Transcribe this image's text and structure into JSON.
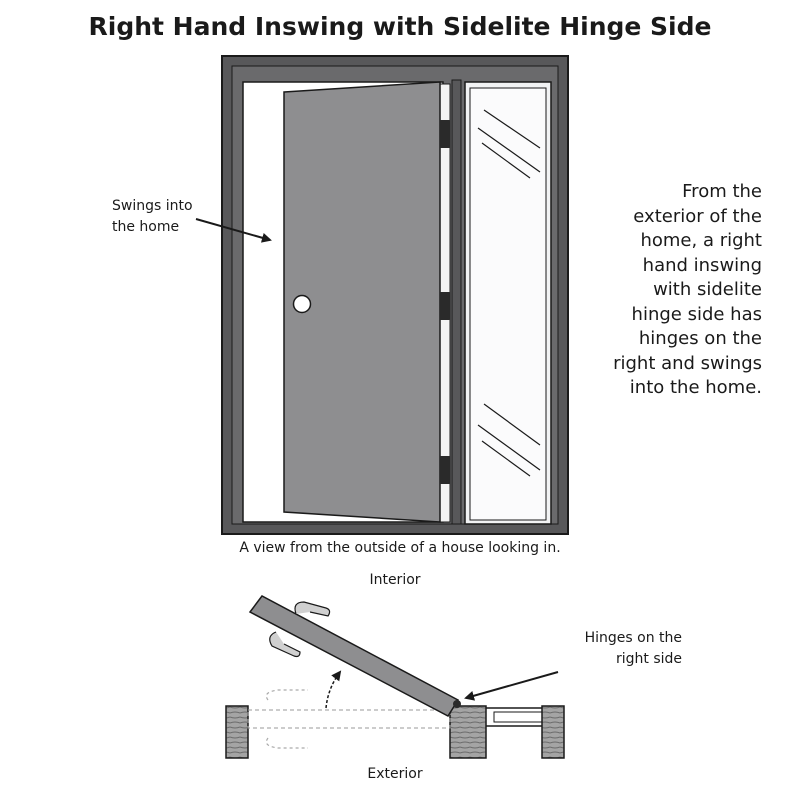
{
  "title": "Right Hand Inswing with Sidelite Hinge Side",
  "swing_label": [
    "Swings into",
    "the home"
  ],
  "description": [
    "From the",
    "exterior of the",
    "home, a right",
    "hand inswing",
    "with sidelite",
    "hinge side has",
    "hinges on the",
    "right and swings",
    "into the home."
  ],
  "caption": "A view from the outside of a house looking in.",
  "interior_label": "Interior",
  "exterior_label": "Exterior",
  "hinge_label": [
    "Hinges on the",
    "right side"
  ],
  "colors": {
    "frame": "#58585a",
    "door": "#8e8e90",
    "glass": "#f2f3f4",
    "hinge": "#2a2a2a",
    "wood": "#9a9a9a",
    "text": "#1a1a1a"
  }
}
